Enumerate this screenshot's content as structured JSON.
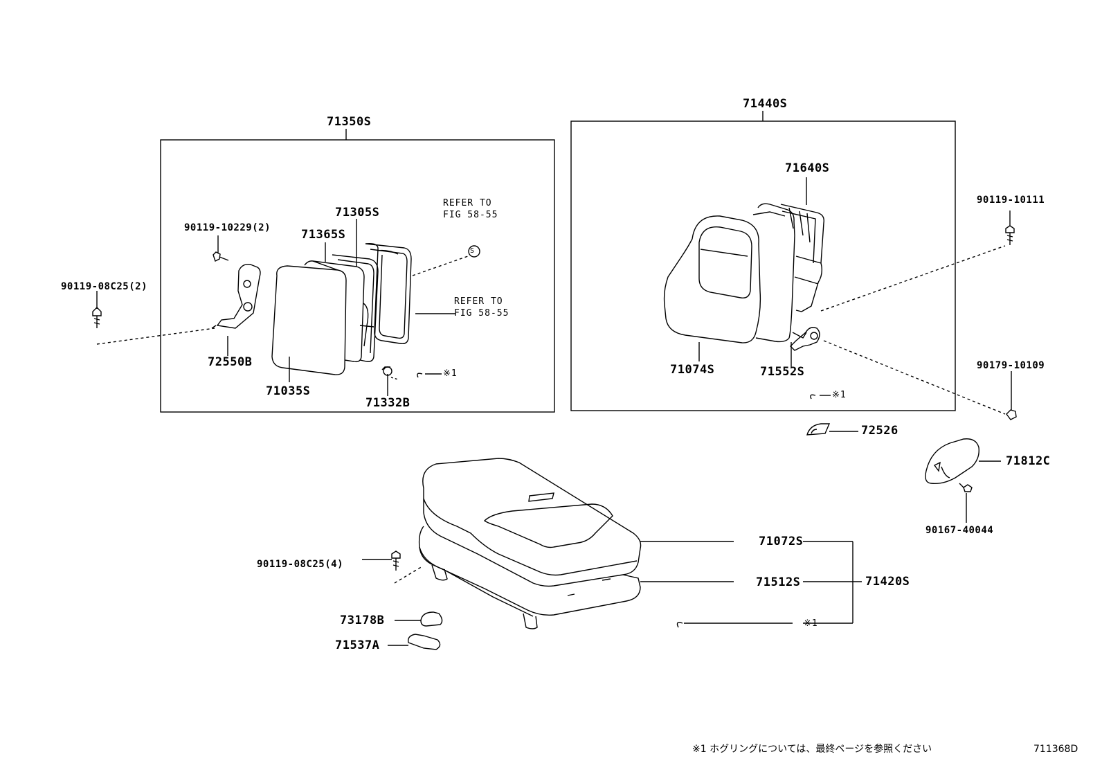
{
  "groups": {
    "back_assy": "71350S",
    "back_assy_rh": "71440S",
    "cushion_assy": "71420S"
  },
  "parts": {
    "p71305S": "71305S",
    "p71365S": "71365S",
    "p90119_10229": "90119-10229(2)",
    "p90119_08C25_2": "90119-08C25(2)",
    "p72550B": "72550B",
    "p71035S": "71035S",
    "p71332B": "71332B",
    "p71640S": "71640S",
    "p90119_10111": "90119-10111",
    "p71074S": "71074S",
    "p71552S": "71552S",
    "p90179_10109": "90179-10109",
    "p72526": "72526",
    "p71812C": "71812C",
    "p90167_40044": "90167-40044",
    "p71072S": "71072S",
    "p71512S": "71512S",
    "p90119_08C25_4": "90119-08C25(4)",
    "p73178B": "73178B",
    "p71537A": "71537A"
  },
  "notes": {
    "refer1_line1": "REFER TO",
    "refer1_line2": "FIG 58-55",
    "refer2_line1": "REFER TO",
    "refer2_line2": "FIG 58-55",
    "hogring_left": "※1",
    "hogring_right": "※1",
    "hogring_bottom": "※1",
    "s_mark": "S"
  },
  "footer": {
    "note": "※1 ホグリングについては、最終ページを参照ください",
    "figure_id": "711368D"
  }
}
